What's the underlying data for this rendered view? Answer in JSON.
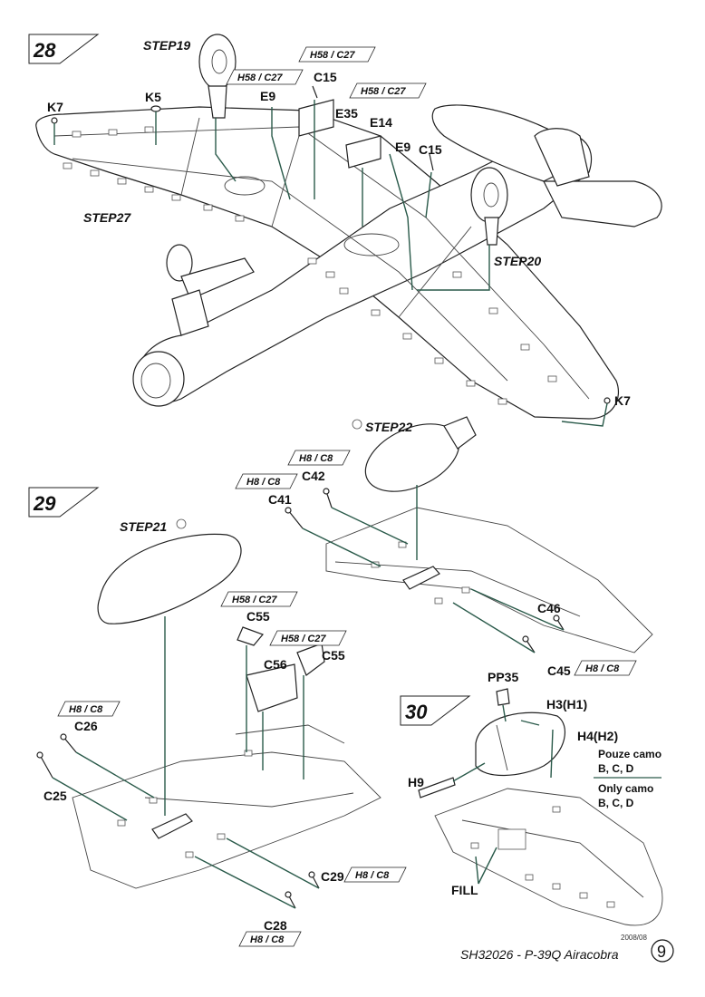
{
  "steps": [
    {
      "number": "28"
    },
    {
      "number": "29"
    },
    {
      "number": "30"
    }
  ],
  "step28": {
    "refs": {
      "step19": "STEP19",
      "step27": "STEP27",
      "step20": "STEP20"
    },
    "parts": {
      "k7_left": "K7",
      "k5": "K5",
      "e9_left": "E9",
      "c15_left": "C15",
      "e35": "E35",
      "e14": "E14",
      "e9_right": "E9",
      "c15_right": "C15",
      "k7_right": "K7"
    },
    "colors": {
      "c1": "H58 / C27",
      "c2": "H58 / C27",
      "c3": "H58 / C27"
    }
  },
  "step29": {
    "refs": {
      "step22": "STEP22",
      "step21": "STEP21"
    },
    "parts": {
      "c42": "C42",
      "c41": "C41",
      "c46": "C46",
      "c45": "C45",
      "c55a": "C55",
      "c56": "C56",
      "c55b": "C55",
      "c26": "C26",
      "c25": "C25",
      "c29": "C29",
      "c28": "C28"
    },
    "colors": {
      "c42": "H8 / C8",
      "c41": "H8 / C8",
      "c45": "H8 / C8",
      "c55a": "H58 / C27",
      "c55b": "H58 / C27",
      "c26": "H8 / C8",
      "c29": "H8 / C8",
      "c28": "H8 / C8"
    }
  },
  "step30": {
    "parts": {
      "pp35": "PP35",
      "h3": "H3(H1)",
      "h4": "H4(H2)",
      "h9": "H9",
      "fill": "FILL"
    },
    "note_cz_1": "Pouze camo",
    "note_cz_2": "B, C, D",
    "note_en_1": "Only camo",
    "note_en_2": "B, C, D"
  },
  "footer": {
    "date": "2008/08",
    "title": "SH32026 - P-39Q Airacobra",
    "page": "9"
  },
  "colors": {
    "leader": "#2a5a4a",
    "ink": "#111111"
  }
}
